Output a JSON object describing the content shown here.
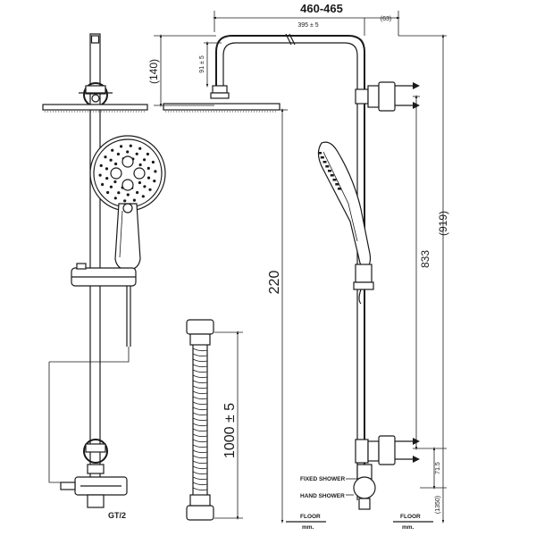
{
  "dimensions": {
    "overall_width": "460-465",
    "arm_inner_width": "395 ± 5",
    "right_offset": "(63)",
    "top_height": "(140)",
    "head_drop": "91 ± 5",
    "height_220": "220",
    "height_833": "833",
    "height_919": "(919)",
    "height_71_5": "71.5",
    "height_1350": "(1350)",
    "hose_length": "1000 ± 5"
  },
  "labels": {
    "fixed_shower": "FIXED SHOWER",
    "hand_shower": "HAND SHOWER",
    "floor_left": "FLOOR",
    "mm_left": "mm.",
    "floor_right": "FLOOR",
    "mm_right": "mm.",
    "model": "GT/2"
  }
}
